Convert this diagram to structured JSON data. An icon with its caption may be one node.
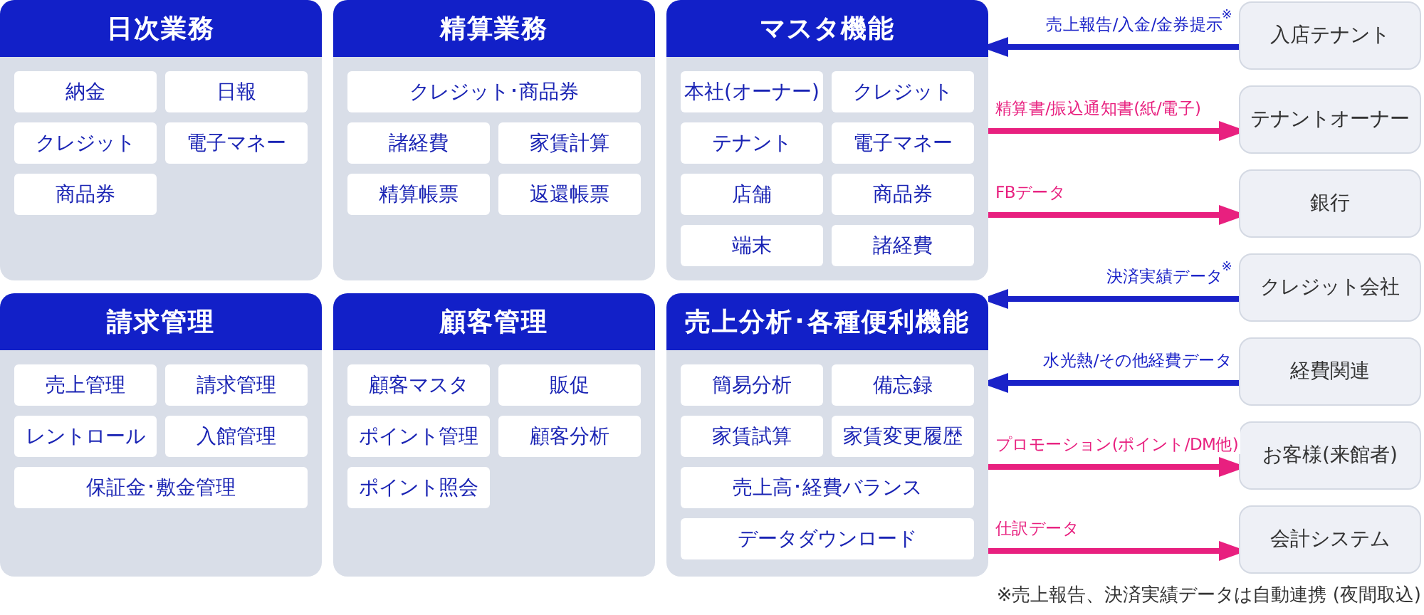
{
  "diagram": {
    "nodes": [
      {
        "text": [
          "日次業務"
        ]
      },
      {
        "text": [
          "納金"
        ],
        "in": 0
      },
      {
        "text": [
          "日報"
        ],
        "in": 0
      },
      {
        "text": [
          "クレジット"
        ],
        "in": 0
      },
      {
        "text": [
          "電子マネー"
        ],
        "in": 0
      },
      {
        "text": [
          "商品券"
        ],
        "in": 0
      },
      {
        "text": [
          "精算業務"
        ]
      },
      {
        "text": [
          "クレジット･商品券"
        ],
        "in": 6
      },
      {
        "text": [
          "諸経費"
        ],
        "in": 6
      },
      {
        "text": [
          "家賃計算"
        ],
        "in": 6
      },
      {
        "text": [
          "精算帳票"
        ],
        "in": 6
      },
      {
        "text": [
          "返還帳票"
        ],
        "in": 6
      },
      {
        "text": [
          "マスタ機能"
        ]
      },
      {
        "text": [
          "本社(オーナー)"
        ],
        "in": 12
      },
      {
        "text": [
          "クレジット"
        ],
        "in": 12
      },
      {
        "text": [
          "テナント"
        ],
        "in": 12
      },
      {
        "text": [
          "電子マネー"
        ],
        "in": 12
      },
      {
        "text": [
          "店舗"
        ],
        "in": 12
      },
      {
        "text": [
          "商品券"
        ],
        "in": 12
      },
      {
        "text": [
          "端末"
        ],
        "in": 12
      },
      {
        "text": [
          "諸経費"
        ],
        "in": 12
      },
      {
        "text": [
          "請求管理"
        ]
      },
      {
        "text": [
          "売上管理"
        ],
        "in": 21
      },
      {
        "text": [
          "請求管理"
        ],
        "in": 21
      },
      {
        "text": [
          "レントロール"
        ],
        "in": 21
      },
      {
        "text": [
          "入館管理"
        ],
        "in": 21
      },
      {
        "text": [
          "保証金･敷金管理"
        ],
        "in": 21
      },
      {
        "text": [
          "顧客管理"
        ]
      },
      {
        "text": [
          "顧客マスタ"
        ],
        "in": 27
      },
      {
        "text": [
          "販促"
        ],
        "in": 27
      },
      {
        "text": [
          "ポイント管理"
        ],
        "in": 27
      },
      {
        "text": [
          "顧客分析"
        ],
        "in": 27
      },
      {
        "text": [
          "ポイント照会"
        ],
        "in": 27
      },
      {
        "text": [
          "売上分析･各種便利機能"
        ]
      },
      {
        "text": [
          "簡易分析"
        ],
        "in": 33
      },
      {
        "text": [
          "備忘録"
        ],
        "in": 33
      },
      {
        "text": [
          "家賃試算"
        ],
        "in": 33
      },
      {
        "text": [
          "家賃変更履歴"
        ],
        "in": 33
      },
      {
        "text": [
          "売上高･経費バランス"
        ],
        "in": 33
      },
      {
        "text": [
          "データダウンロード"
        ],
        "in": 33
      },
      {
        "text": [
          "入店テナント"
        ]
      },
      {
        "text": [
          "テナントオーナー"
        ]
      },
      {
        "text": [
          "銀行"
        ]
      },
      {
        "text": [
          "クレジット会社"
        ]
      },
      {
        "text": [
          "経費関連"
        ]
      },
      {
        "text": [
          "お客様(来館者)"
        ]
      },
      {
        "text": [
          "会計システム"
        ]
      }
    ],
    "edges": [
      {
        "from": 40,
        "to": 12,
        "arrow": "to",
        "label": "売上報告/入金/金券提示$^{※}$",
        "color": "#1a22c8"
      },
      {
        "from": 12,
        "to": 41,
        "arrow": "to",
        "label": "精算書/振込通知書(紙/電子)"
      },
      {
        "from": 12,
        "to": 42,
        "arrow": "to",
        "label": "FBデータ"
      },
      {
        "from": 43,
        "to": 33,
        "arrow": "to",
        "label": "決済実績データ$^{※}$",
        "color": "#1a22c8"
      },
      {
        "from": 44,
        "to": 33,
        "arrow": "to",
        "label": "水光熱/その他経費データ",
        "color": "#1a22c8"
      },
      {
        "from": 33,
        "to": 45,
        "arrow": "to",
        "label": "プロモーション(ポイント/DM他)"
      },
      {
        "from": 33,
        "to": 46,
        "arrow": "to",
        "label": "仕訳データ"
      }
    ],
    "labels": [
      "※売上報告、決済実績データは自動連携 (夜間取込)"
    ]
  }
}
